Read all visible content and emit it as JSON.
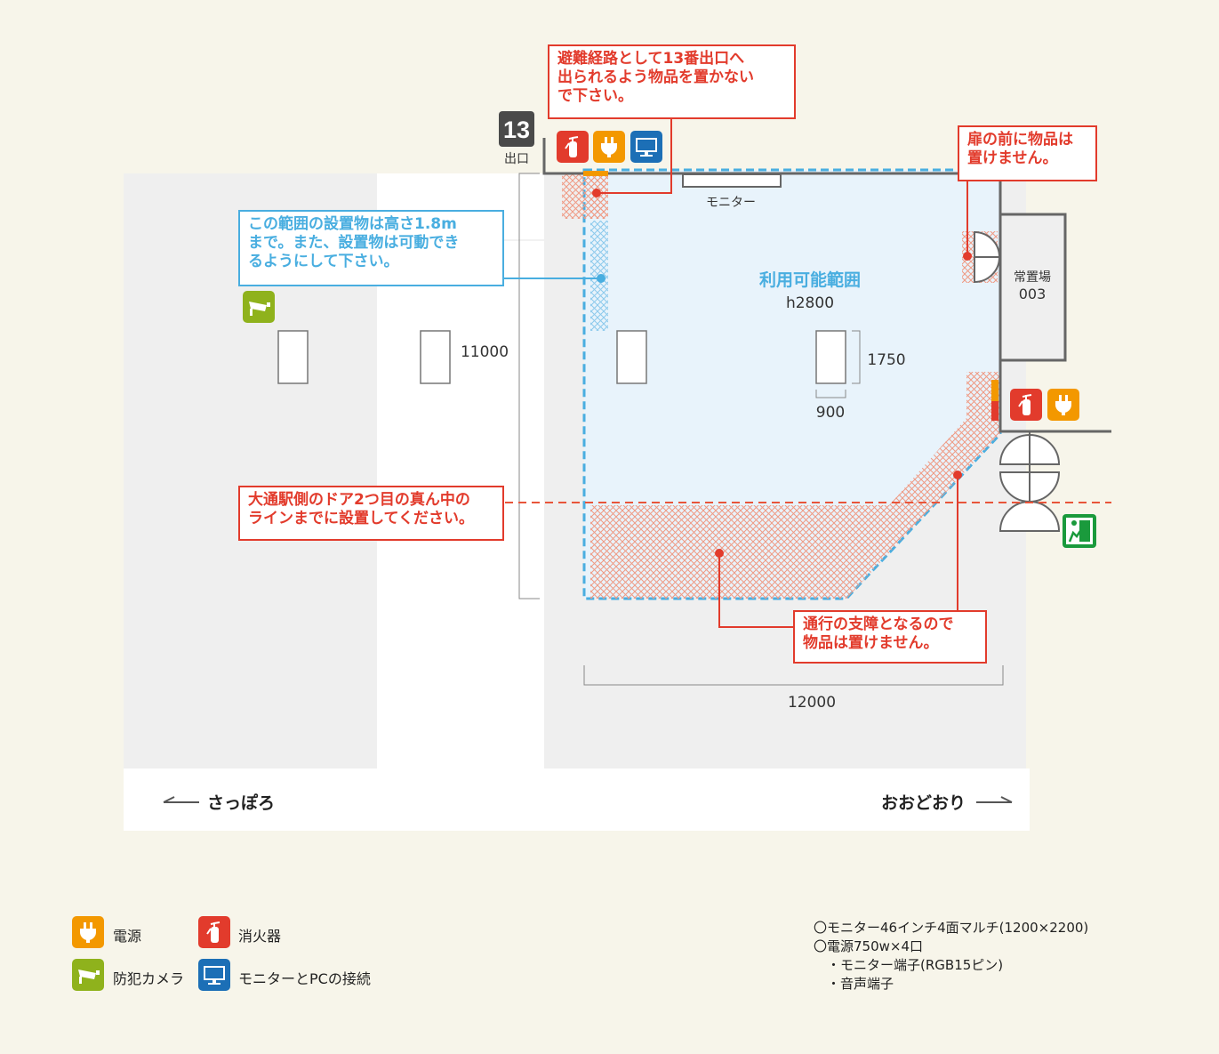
{
  "exit_number": "13",
  "exit_label": "出口",
  "notes": {
    "evac": [
      "避難経路として13番出口へ",
      "出られるよう物品を置かない",
      "で下さい。"
    ],
    "door": [
      "扉の前に物品は",
      "置けません。"
    ],
    "height": [
      "この範囲の設置物は高さ1.8m",
      "まで。また、設置物は可動でき",
      "るようにして下さい。"
    ],
    "line": [
      "大通駅側のドア2つ目の真ん中の",
      "ラインまでに設置してください。"
    ],
    "passage": [
      "通行の支障となるので",
      "物品は置けません。"
    ]
  },
  "labels": {
    "monitor": "モニター",
    "area_title": "利用可能範囲",
    "area_height": "h2800",
    "storage_name": "常置場",
    "storage_num": "003",
    "dim_height": "11000",
    "dim_width": "12000",
    "pillar_h": "1750",
    "pillar_w": "900",
    "left_direction": "さっぽろ",
    "right_direction": "おおどおり"
  },
  "legend": [
    {
      "icon": "power-icon",
      "label": "電源"
    },
    {
      "icon": "extinguisher-icon",
      "label": "消火器"
    },
    {
      "icon": "security-camera-icon",
      "label": "防犯カメラ"
    },
    {
      "icon": "monitor-icon",
      "label": "モニターとPCの接続"
    }
  ],
  "specs": [
    "〇モニター46インチ4面マルチ(1200×2200)",
    "〇電源750w×4口",
    "・モニター端子(RGB15ピン)",
    "・音声端子"
  ],
  "colors": {
    "background": "#f7f5ea",
    "floor": "#efefef",
    "usable_area": "#e8f3fb",
    "accent_red": "#e23b2c",
    "accent_blue": "#49aee0",
    "power": "#f39800",
    "extinguisher": "#e23b2c",
    "monitor": "#1c6fb6",
    "camera": "#8fb21c",
    "exit_sign": "#1a9a3c"
  }
}
